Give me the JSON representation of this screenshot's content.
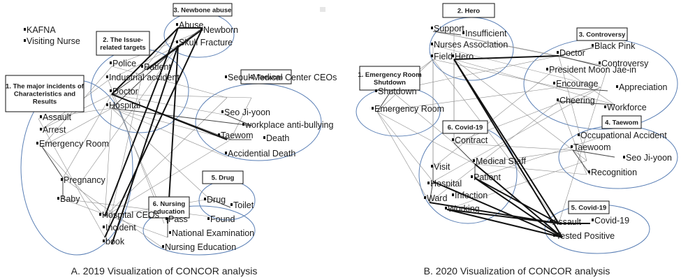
{
  "panels": [
    {
      "id": "A",
      "caption": "A. 2019 Visualization of CONCOR analysis",
      "clusters": [
        {
          "label_lines": [
            "1. The major incidents of",
            "Characteristics and",
            "Results"
          ]
        },
        {
          "label_lines": [
            "2. The Issue-",
            "related targets"
          ]
        },
        {
          "label_lines": [
            "3. Newbone abuse"
          ]
        },
        {
          "label_lines": [
            "4. Taewom"
          ]
        },
        {
          "label_lines": [
            "5. Drug"
          ]
        },
        {
          "label_lines": [
            "6. Nursing",
            "education"
          ]
        }
      ],
      "nodes": [
        "KAFNA",
        "Visiting Nurse",
        "Abuse",
        "Newborn",
        "Skull Fracture",
        "Police",
        "Patient",
        "Industrial accident",
        "Doctor",
        "Hospital",
        "Seoul Medical Center  CEOs",
        "Seo Ji-yoon",
        "workplace anti-bullying",
        "Taewom",
        "Death",
        "Accidential Death",
        "Assault",
        "Arrest",
        "Emergency Room",
        "Pregnancy",
        "Baby",
        "Hospital CEOs",
        "Incident",
        "book",
        "Drug",
        "Toilet",
        "Found",
        "Pass",
        "National  Examination",
        "Nursing Education"
      ]
    },
    {
      "id": "B",
      "caption": "B. 2020 Visualization of CONCOR analysis",
      "clusters": [
        {
          "label_lines": [
            "2. Hero"
          ]
        },
        {
          "label_lines": [
            "3. Controversy"
          ]
        },
        {
          "label_lines": [
            "1. Emergency Room",
            "Shutdown"
          ]
        },
        {
          "label_lines": [
            "4. Taewom"
          ]
        },
        {
          "label_lines": [
            "6. Covid-19"
          ]
        },
        {
          "label_lines": [
            "5. Covid-19"
          ]
        }
      ],
      "nodes": [
        "Support",
        "Insufficient",
        "Nurses Association",
        "Field",
        "Hero",
        "Doctor",
        "Black Pink",
        "Controversy",
        "President Moon Jae-in",
        "Encourage",
        "Appreciation",
        "Cheering",
        "Workforce",
        "Shutdown",
        "Emergency Room",
        "Occupational Accident",
        "Taewoom",
        "Seo Ji-yoon",
        "Recognition",
        "Contract",
        "Visit",
        "Medical Staff",
        "Hospital",
        "Patient",
        "Ward",
        "Infection",
        "Working",
        "Assault",
        "Covid-19",
        "Tested Positive"
      ]
    }
  ],
  "colors": {
    "ellipse": "#5a7fb5",
    "edge_dark": "#111111",
    "edge_light": "#8c8c8c"
  }
}
